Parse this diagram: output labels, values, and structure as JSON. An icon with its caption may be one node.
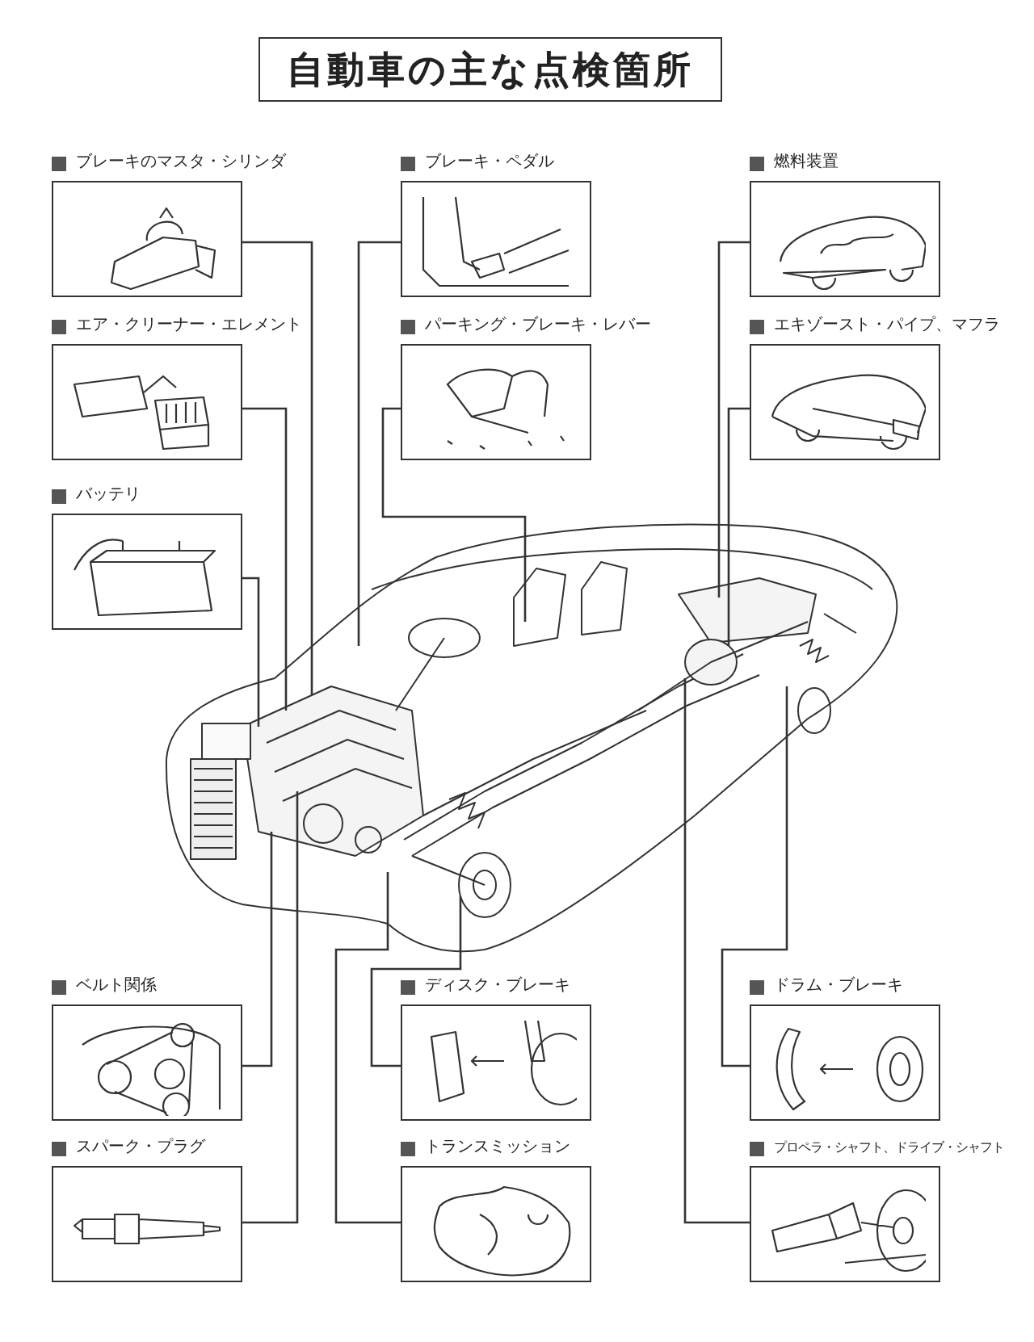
{
  "diagram": {
    "title": "自動車の主な点検箇所",
    "nodes": [
      {
        "text": [
          "ブレーキのマスタ・シリンダ"
        ]
      },
      {
        "text": [
          "ブレーキ・ペダル"
        ]
      },
      {
        "text": [
          "燃料装置"
        ]
      },
      {
        "text": [
          "エア・クリーナー・エレメント"
        ]
      },
      {
        "text": [
          "パーキング・ブレーキ・レバー"
        ]
      },
      {
        "text": [
          "エキゾースト・パイプ、マフラ"
        ]
      },
      {
        "text": [
          "バッテリ"
        ]
      },
      {
        "text": [
          "ベルト関係"
        ]
      },
      {
        "text": [
          "ディスク・ブレーキ"
        ]
      },
      {
        "text": [
          "ドラム・ブレーキ"
        ]
      },
      {
        "text": [
          "スパーク・プラグ"
        ]
      },
      {
        "text": [
          "トランスミッション"
        ]
      },
      {
        "text": [
          "プロペラ・シャフト、ドライブ・シャフト"
        ]
      }
    ],
    "edges": [
      {
        "from": 0,
        "to": null,
        "arrow": "none"
      },
      {
        "from": 1,
        "to": null,
        "arrow": "none"
      },
      {
        "from": 2,
        "to": null,
        "arrow": "none"
      },
      {
        "from": 3,
        "to": null,
        "arrow": "none"
      },
      {
        "from": 4,
        "to": null,
        "arrow": "none"
      },
      {
        "from": 5,
        "to": null,
        "arrow": "none"
      },
      {
        "from": 6,
        "to": null,
        "arrow": "none"
      },
      {
        "from": 7,
        "to": null,
        "arrow": "none"
      },
      {
        "from": 8,
        "to": null,
        "arrow": "none"
      },
      {
        "from": 9,
        "to": null,
        "arrow": "none"
      },
      {
        "from": 10,
        "to": null,
        "arrow": "none"
      },
      {
        "from": 11,
        "to": null,
        "arrow": "none"
      },
      {
        "from": 12,
        "to": null,
        "arrow": "none"
      }
    ]
  }
}
